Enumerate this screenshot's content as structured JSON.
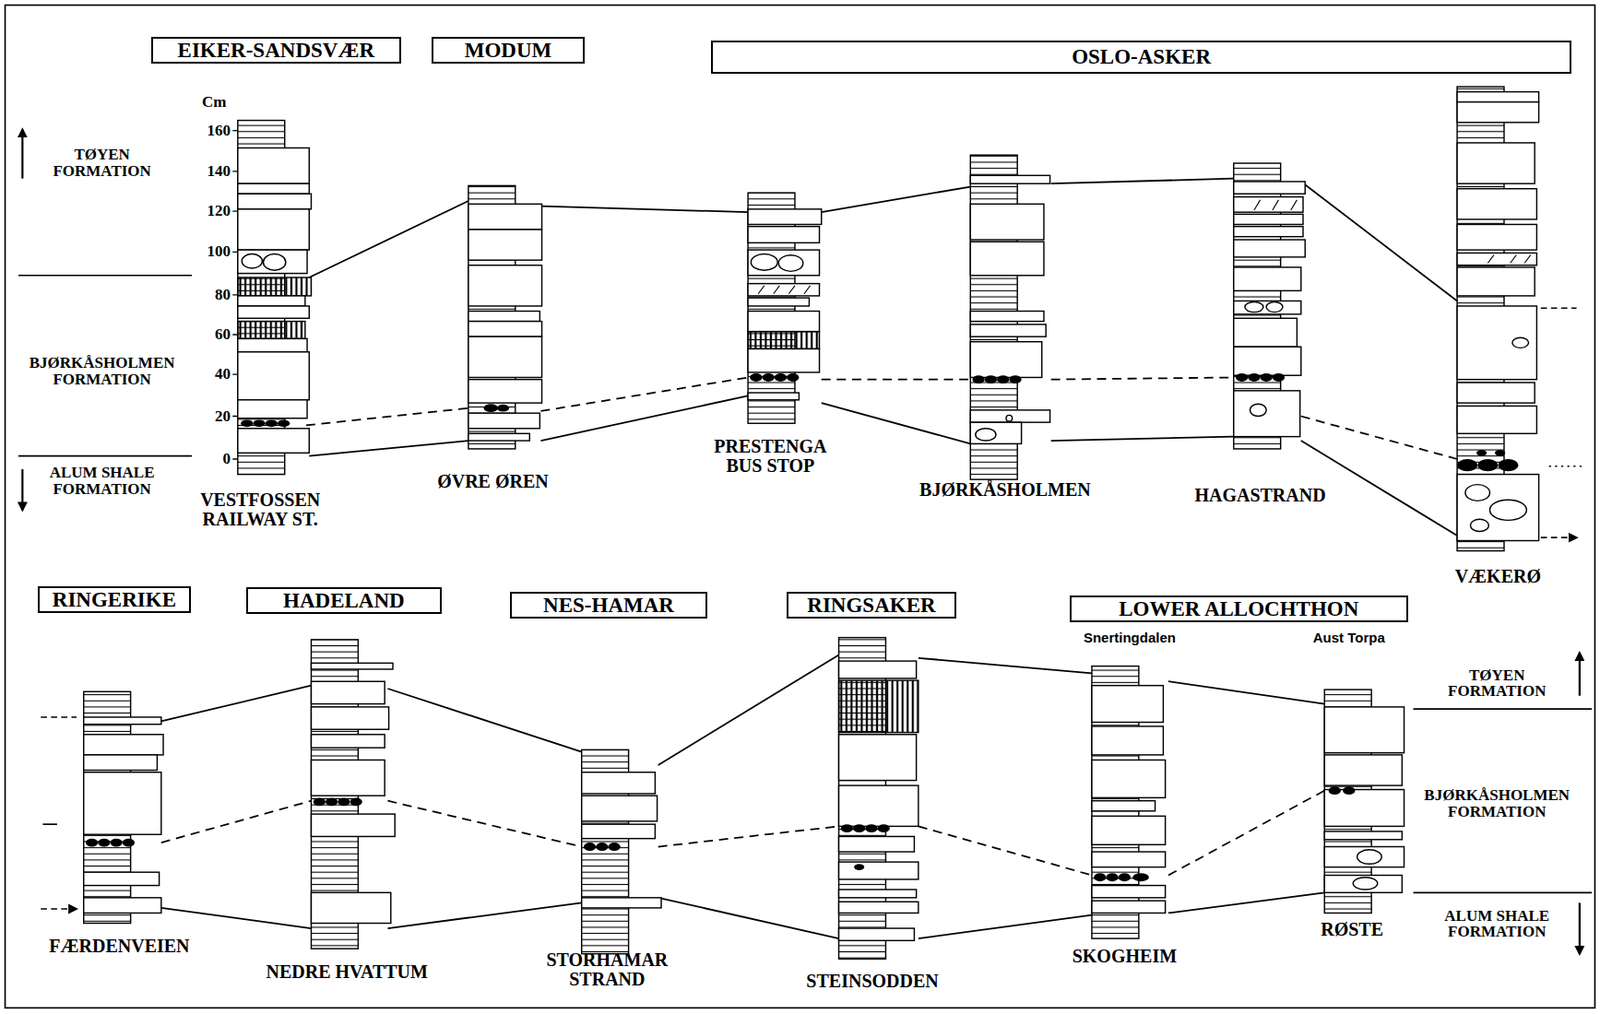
{
  "diagram": {
    "nodes": [
      {
        "text": [
          "EIKER-SANDSVÆR"
        ]
      },
      {
        "text": [
          "MODUM"
        ]
      },
      {
        "text": [
          "OSLO-ASKER"
        ]
      },
      {
        "text": [
          "RINGERIKE"
        ]
      },
      {
        "text": [
          "HADELAND"
        ]
      },
      {
        "text": [
          "NES-HAMAR"
        ]
      },
      {
        "text": [
          "RINGSAKER"
        ]
      },
      {
        "text": [
          "LOWER ALLOCHTHON"
        ]
      }
    ],
    "labels": [
      "Cm",
      "160",
      "140",
      "120",
      "100",
      "80",
      "60",
      "40",
      "20",
      "0",
      "TØYEN FORMATION",
      "BJØRKÅSHOLMEN FORMATION",
      "ALUM SHALE FORMATION",
      "VESTFOSSEN RAILWAY ST.",
      "ØVRE ØREN",
      "PRESTENGA BUS STOP",
      "BJØRKÅSHOLMEN",
      "HAGASTRAND",
      "VÆKERØ",
      "Snertingdalen",
      "Aust Torpa",
      "TØYEN FORMATION",
      "BJØRKÅSHOLMEN FORMATION",
      "FÆRDENVEIEN",
      "NEDRE HVATTUM",
      "STORHAMAR STRAND",
      "STEINSODDEN",
      "SKOGHEIM",
      "RØSTE",
      "ALUM SHALE FORMATION"
    ]
  }
}
